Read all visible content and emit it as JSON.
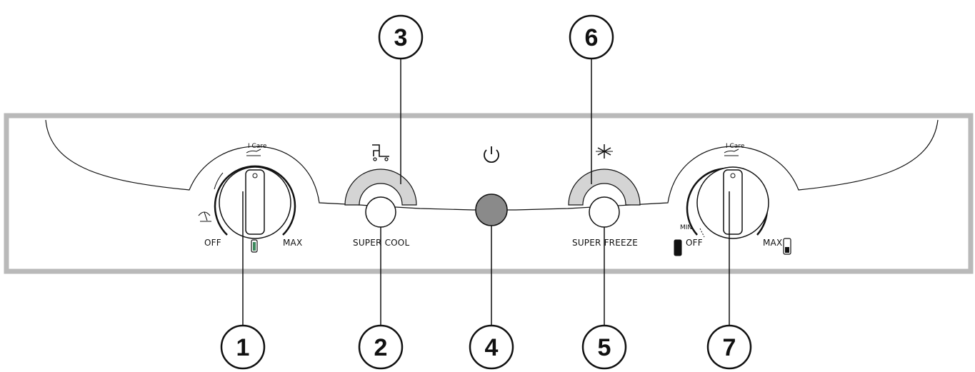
{
  "colors": {
    "panel_border": "#b9b9b9",
    "ink": "#111111",
    "indicator_fill": "#d4d4d4",
    "power_button": "#8a8a8a",
    "green_indicator": "#3d8a5e"
  },
  "callouts": {
    "c1": "1",
    "c2": "2",
    "c3": "3",
    "c4": "4",
    "c5": "5",
    "c6": "6",
    "c7": "7"
  },
  "fridge_dial": {
    "off": "OFF",
    "max": "MAX",
    "icare": "I Care"
  },
  "freezer_dial": {
    "min": "MIN",
    "off": "OFF",
    "max": "MAX",
    "icare": "I Care"
  },
  "buttons": {
    "super_cool": "SUPER COOL",
    "super_freeze": "SUPER FREEZE"
  },
  "icons": {
    "super_cool_icon": "shopping-cart-icon",
    "power_icon": "power-icon",
    "super_freeze_icon": "snowflake-icon",
    "holiday_icon": "beach-umbrella-icon",
    "icare_icon": "hand-icon"
  }
}
